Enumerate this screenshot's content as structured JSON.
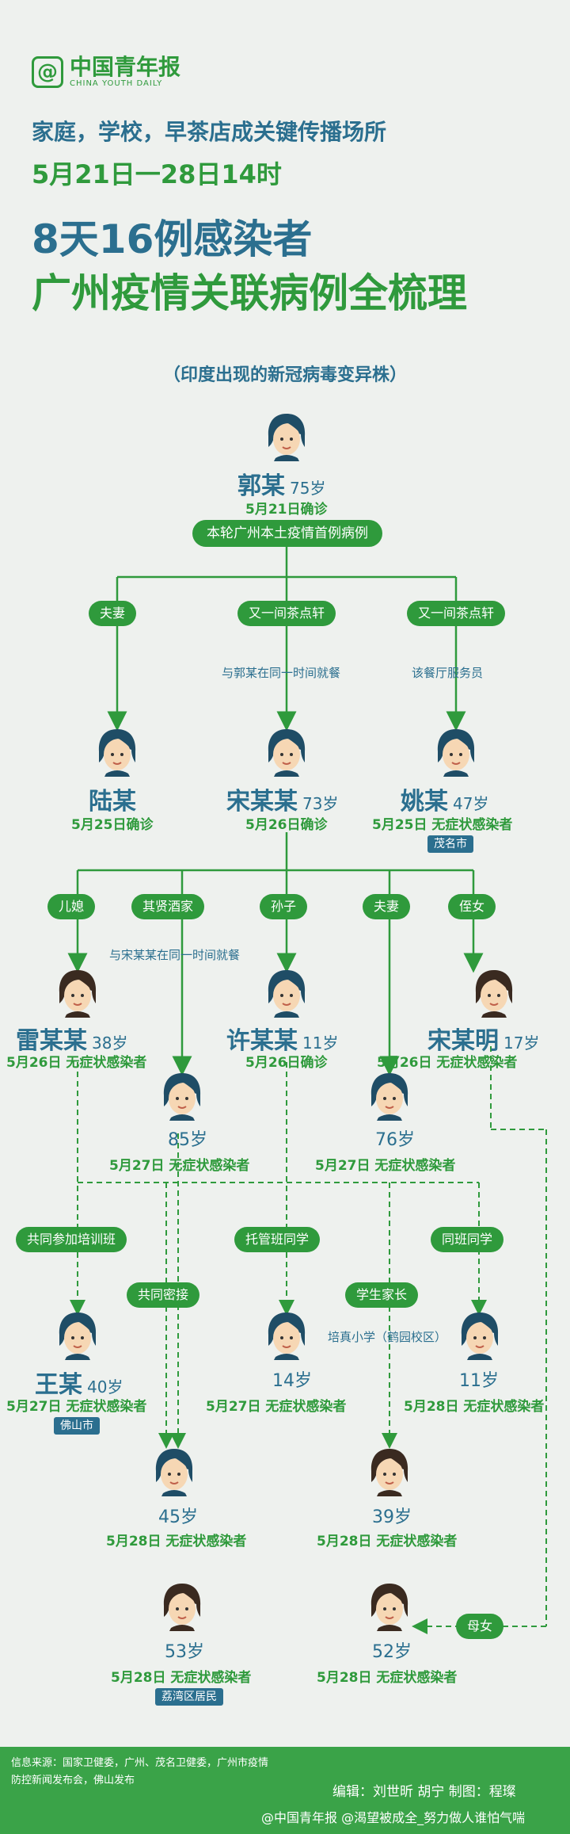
{
  "logo": {
    "cn": "中国青年报",
    "en": "CHINA YOUTH DAILY"
  },
  "headline": {
    "line1": "家庭，学校，早茶店成关键传播场所",
    "line2": "5月21日一28日14时",
    "line3": "8天16例感染者",
    "line4": "广州疫情关联病例全梳理",
    "subtitle": "（印度出现的新冠病毒变异株）"
  },
  "root": {
    "name": "郭某",
    "age": "75岁",
    "date": "5月21日确诊",
    "label": "本轮广州本土疫情首例病例"
  },
  "rel1": [
    "夫妻",
    "又一间茶点轩",
    "又一间茶点轩"
  ],
  "notes1": [
    "与郭某在同一时间就餐",
    "该餐厅服务员"
  ],
  "gen1": [
    {
      "name": "陆某",
      "age": "",
      "status": "5月25日确诊"
    },
    {
      "name": "宋某某",
      "age": "73岁",
      "status": "5月26日确诊"
    },
    {
      "name": "姚某",
      "age": "47岁",
      "status": "5月25日 无症状感染者",
      "tag": "茂名市"
    }
  ],
  "rel2": [
    "儿媳",
    "其贤酒家",
    "孙子",
    "夫妻",
    "侄女"
  ],
  "notes2": [
    "与宋某某在同一时间就餐"
  ],
  "gen2": [
    {
      "name": "雷某某",
      "age": "38岁",
      "status": "5月26日  无症状感染者"
    },
    {
      "name": "许某某",
      "age": "11岁",
      "status": "5月26日确诊"
    },
    {
      "name": "宋某明",
      "age": "17岁",
      "status": "5月26日  无症状感染者"
    },
    {
      "age": "85岁",
      "status": "5月27日  无症状感染者"
    },
    {
      "age": "76岁",
      "status": "5月27日  无症状感染者"
    }
  ],
  "rel3": [
    "共同参加培训班",
    "托管班同学",
    "同班同学",
    "共同密接",
    "学生家长"
  ],
  "notes3": [
    "培真小学（鹤园校区）"
  ],
  "gen3": [
    {
      "name": "王某",
      "age": "40岁",
      "status": "5月27日  无症状感染者",
      "tag": "佛山市"
    },
    {
      "age": "14岁",
      "status": "5月27日  无症状感染者"
    },
    {
      "age": "11岁",
      "status": "5月28日  无症状感染者"
    },
    {
      "age": "45岁",
      "status": "5月28日  无症状感染者"
    },
    {
      "age": "39岁",
      "status": "5月28日  无症状感染者"
    },
    {
      "age": "53岁",
      "status": "5月28日  无症状感染者",
      "tag": "荔湾区居民"
    },
    {
      "age": "52岁",
      "status": "5月28日  无症状感染者"
    }
  ],
  "rel4": "母女",
  "footer": {
    "source": "信息来源：国家卫健委，广州、茂名卫健委，广州市疫情防控新闻发布会，佛山发布",
    "credits": "编辑：刘世昕  胡宁   制图：程璨",
    "watermark": "@中国青年报  @渴望被成全_努力做人谁怕气喘"
  },
  "colors": {
    "green": "#2f9a3c",
    "blue": "#2b6f8f",
    "bg": "#eef1ee"
  }
}
